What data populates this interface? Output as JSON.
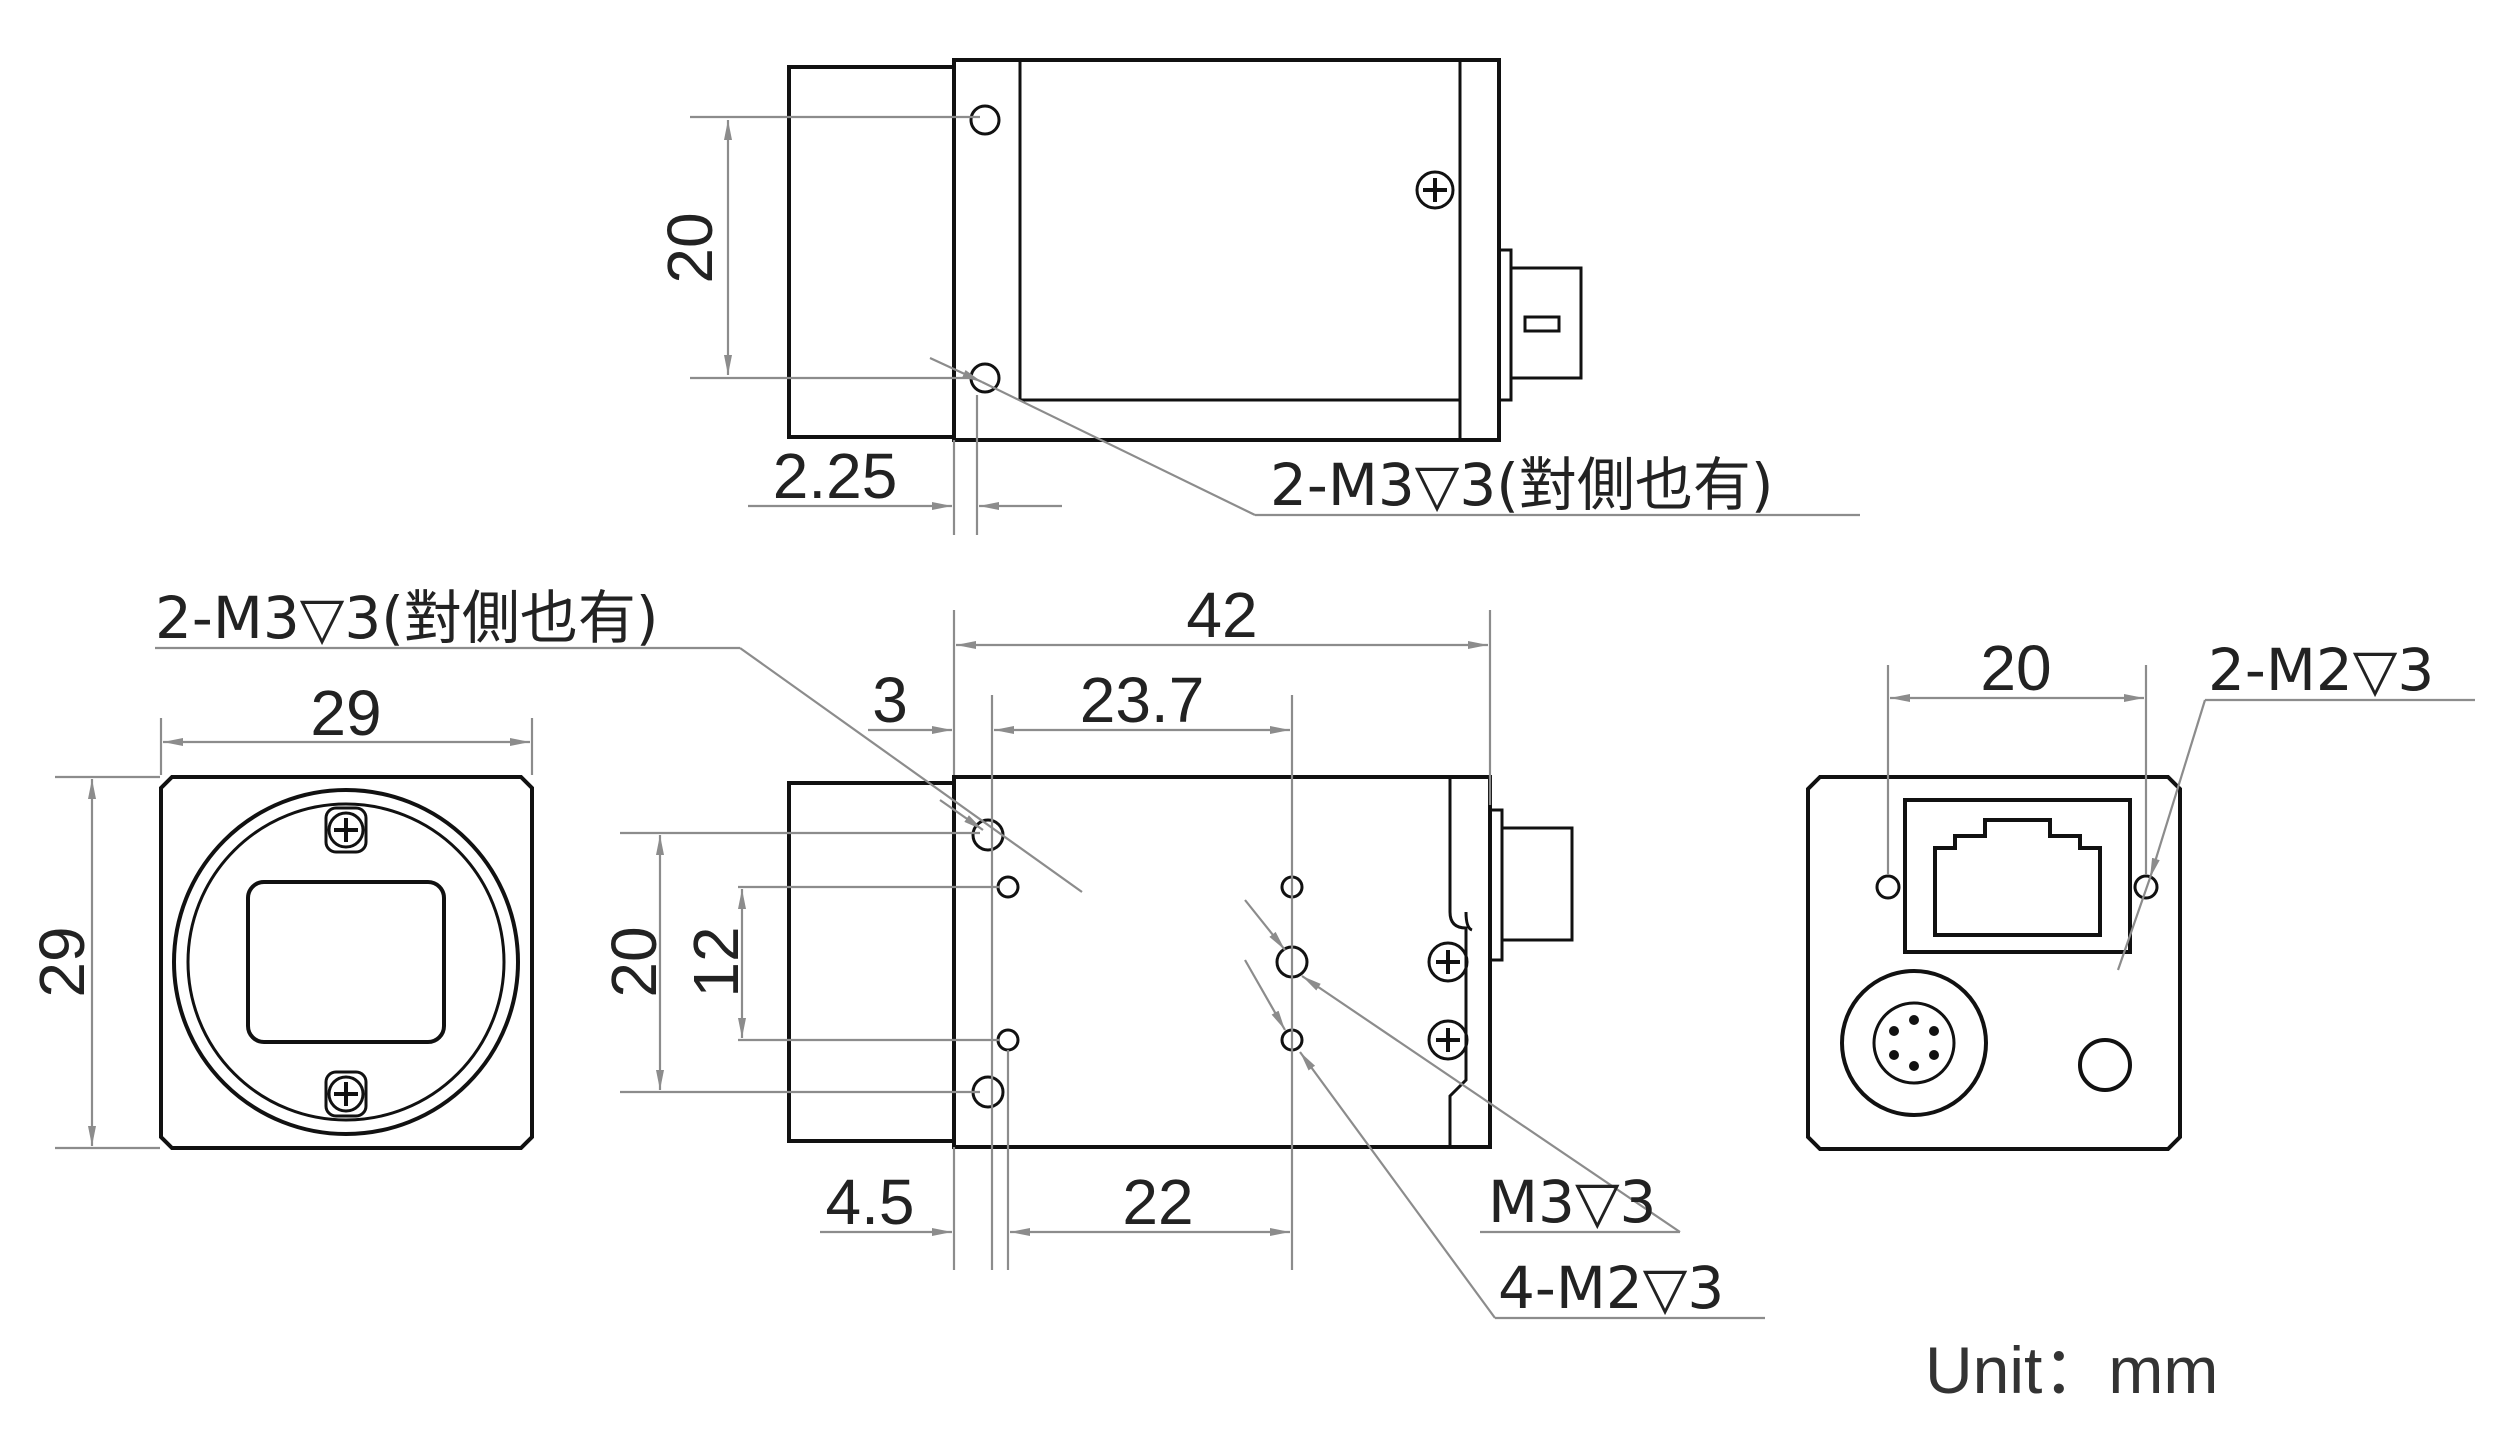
{
  "dimensions": {
    "top_height": "20",
    "top_offset": "2.25",
    "front_width": "29",
    "front_height": "29",
    "side_length": "42",
    "side_offset_3": "3",
    "side_span_23_7": "23.7",
    "side_height_20": "20",
    "side_height_12": "12",
    "side_offset_4_5": "4.5",
    "side_span_22": "22",
    "back_width": "20"
  },
  "callouts": {
    "top_holes": "2-M3▽3(對側也有)",
    "side_holes": "2-M3▽3(對側也有)",
    "m3_hole": "M3▽3",
    "m2_holes": "4-M2▽3",
    "back_holes": "2-M2▽3"
  },
  "unit": "Unit：mm"
}
